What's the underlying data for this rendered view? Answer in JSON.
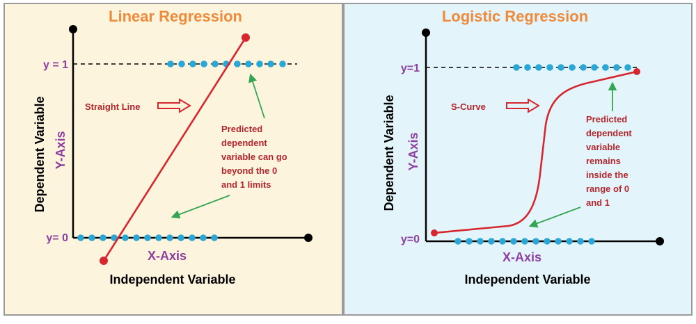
{
  "colors": {
    "left_bg": "#fdf4de",
    "right_bg": "#e3f5fb",
    "title": "#ee8a3a",
    "purple": "#8e3fa0",
    "red": "#d6262e",
    "dark_red": "#b3262e",
    "dot": "#2aa7d4",
    "green": "#34a553",
    "black": "#000000"
  },
  "linear": {
    "title": "Linear Regression",
    "y1_label": "y = 1",
    "y0_label": "y= 0",
    "y_axis_label": "Y-Axis",
    "dependent_label": "Dependent Variable",
    "x_axis_label": "X-Axis",
    "independent_label": "Independent Variable",
    "curve_label": "Straight Line",
    "note_lines": [
      "Predicted",
      "dependent",
      "variable can go",
      "beyond the 0",
      "and 1 limits"
    ]
  },
  "logistic": {
    "title": "Logistic Regression",
    "y1_label": "y=1",
    "y0_label": "y=0",
    "y_axis_label": "Y-Axis",
    "dependent_label": "Dependent Variable",
    "x_axis_label": "X-Axis",
    "independent_label": "Independent Variable",
    "curve_label": "S-Curve",
    "note_lines": [
      "Predicted",
      "dependent",
      "variable",
      "remains",
      "inside the",
      "range of 0",
      "and 1"
    ]
  }
}
